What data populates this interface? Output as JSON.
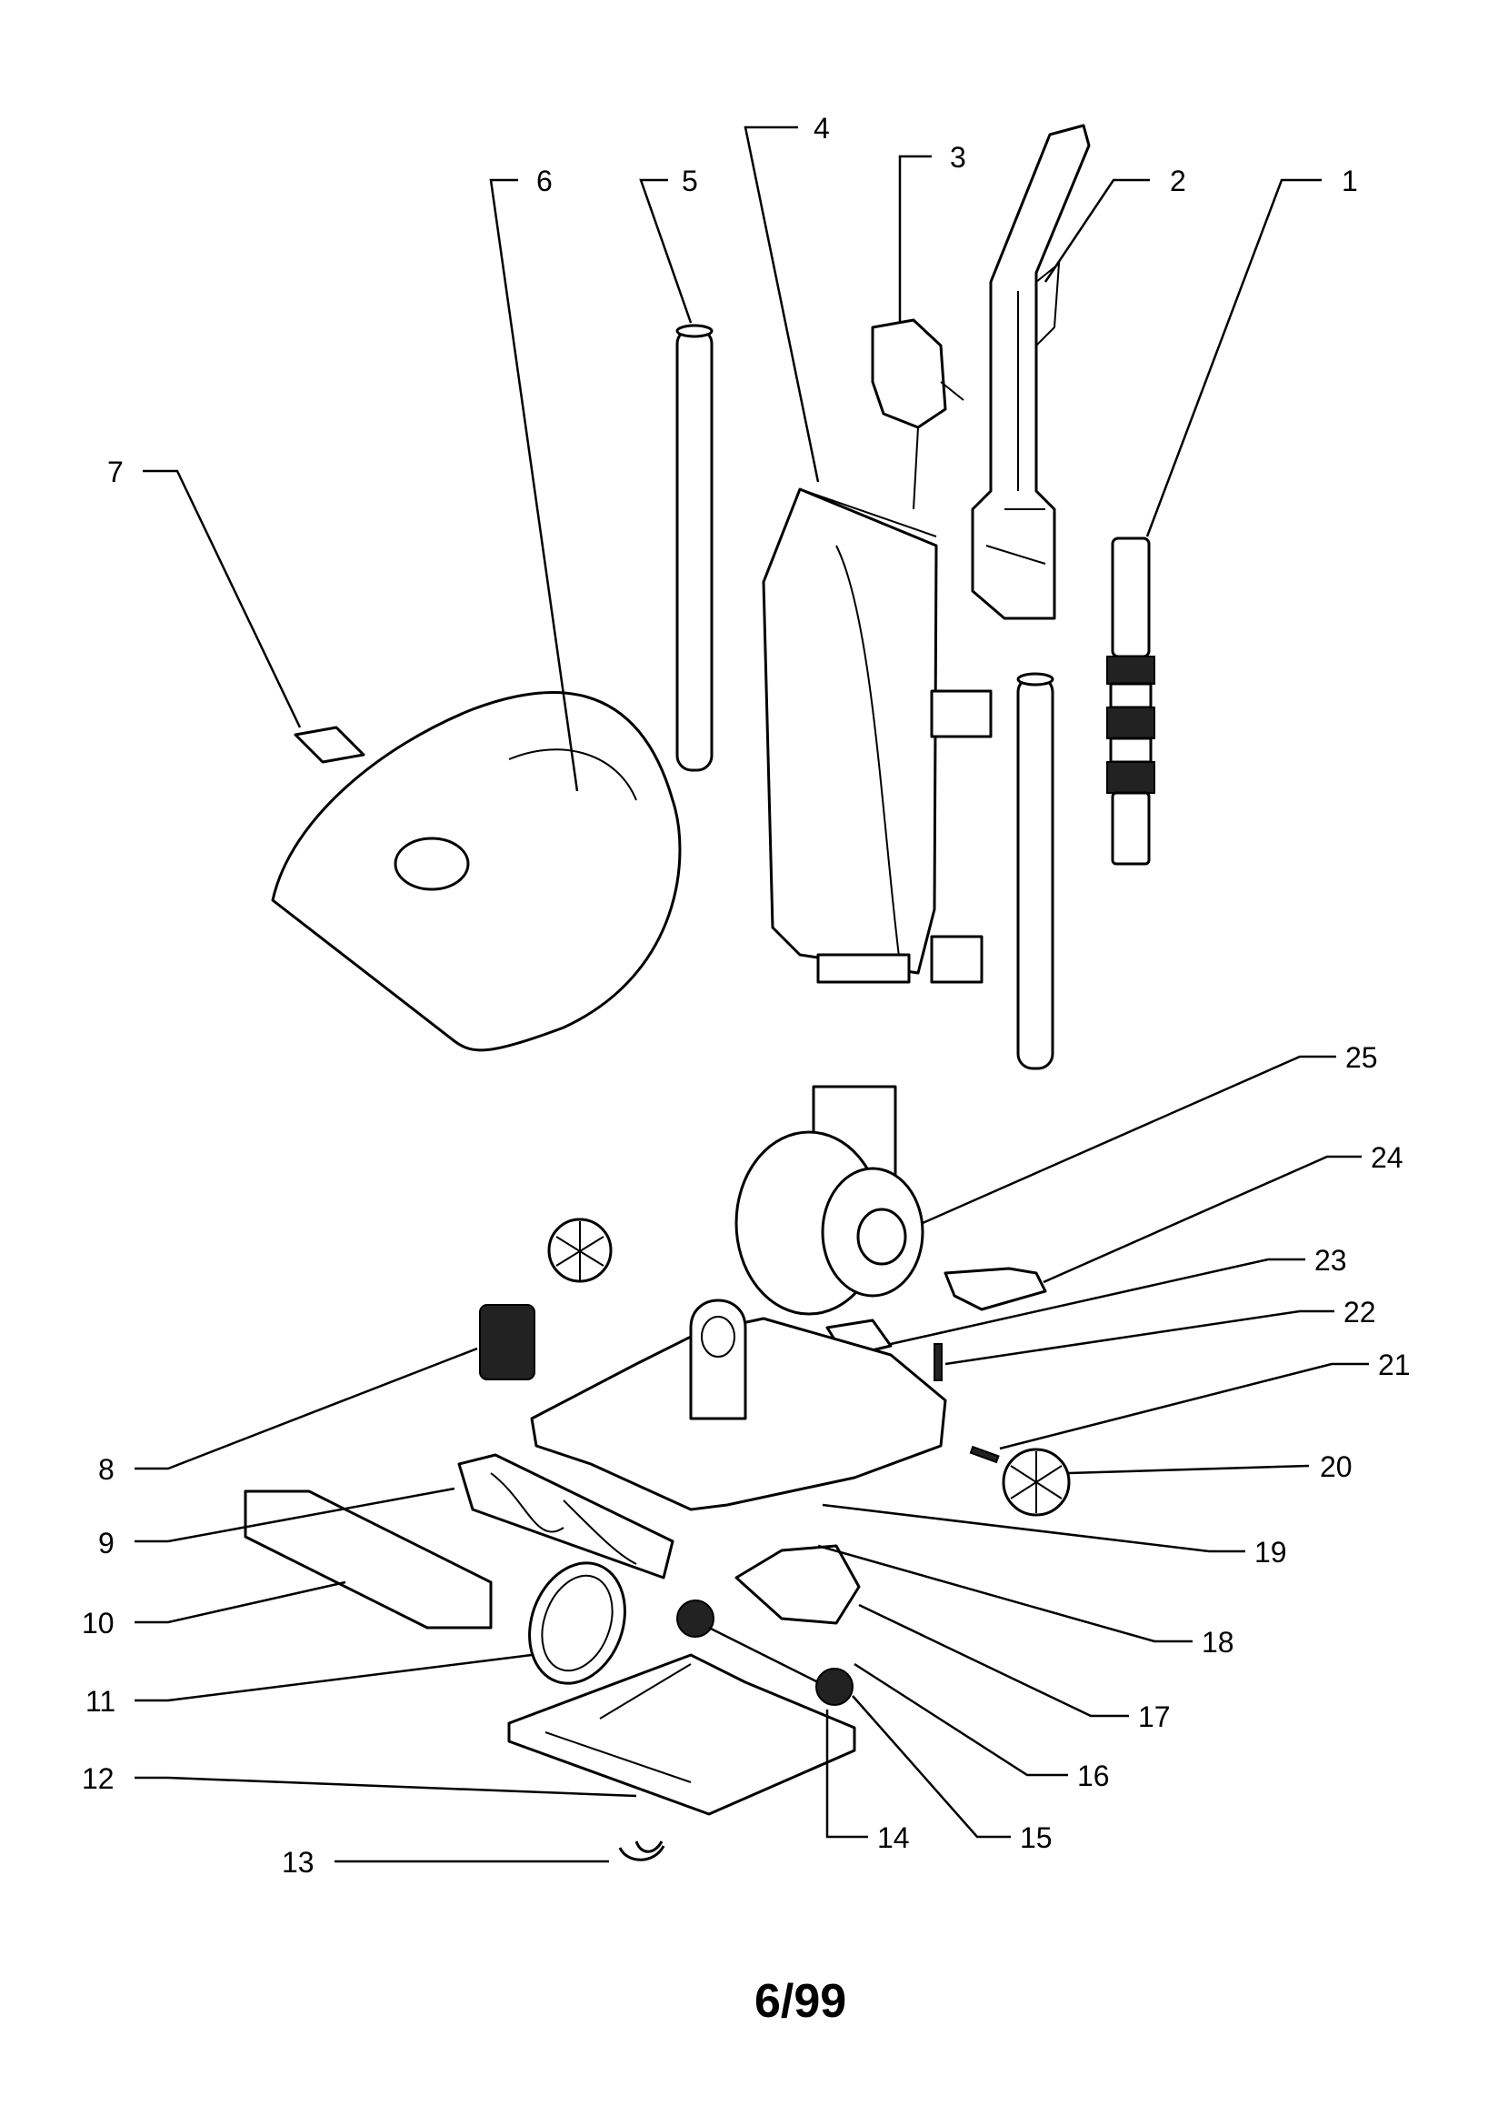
{
  "callouts": [
    "1",
    "2",
    "3",
    "4",
    "5",
    "6",
    "7",
    "8",
    "9",
    "10",
    "11",
    "12",
    "13",
    "14",
    "15",
    "16",
    "17",
    "18",
    "19",
    "20",
    "21",
    "22",
    "23",
    "24",
    "25"
  ],
  "footer": {
    "date_code": "6/99"
  }
}
